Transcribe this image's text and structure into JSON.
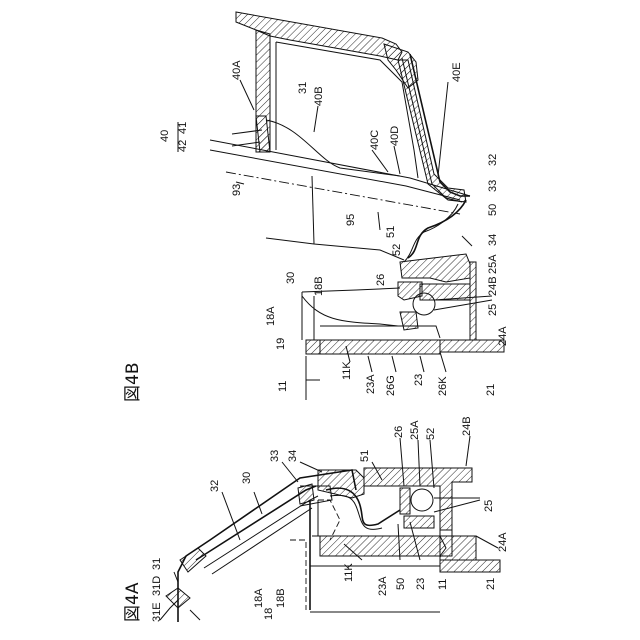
{
  "figures": {
    "fig_a": {
      "title": "図4A",
      "labels": {
        "l31E": "31E",
        "l31D": "31D",
        "l31": "31",
        "l32": "32",
        "l30": "30",
        "l33": "33",
        "l34": "34",
        "l51": "51",
        "l26": "26",
        "l25A": "25A",
        "l52": "52",
        "l24B": "24B",
        "l25": "25",
        "l24A": "24A",
        "l21": "21",
        "l11": "11",
        "l23": "23",
        "l50": "50",
        "l23A": "23A",
        "l11K": "11K",
        "l18": "18",
        "l18A": "18A",
        "l18B": "18B"
      }
    },
    "fig_b": {
      "title": "図4B",
      "labels": {
        "l40A": "40A",
        "l31": "31",
        "l40B": "40B",
        "l41": "41",
        "l40": "40",
        "l42": "42",
        "l93": "93",
        "l40C": "40C",
        "l40D": "40D",
        "l40E": "40E",
        "l32": "32",
        "l33": "33",
        "l95": "95",
        "l50": "50",
        "l51": "51",
        "l52": "52",
        "l34": "34",
        "l25A": "25A",
        "l30": "30",
        "l18B": "18B",
        "l26": "26",
        "l24B": "24B",
        "l25": "25",
        "l18A": "18A",
        "l19": "19",
        "l24A": "24A",
        "l11": "11",
        "l11K": "11K",
        "l23A": "23A",
        "l26G": "26G",
        "l23": "23",
        "l26K": "26K",
        "l21": "21"
      }
    }
  }
}
